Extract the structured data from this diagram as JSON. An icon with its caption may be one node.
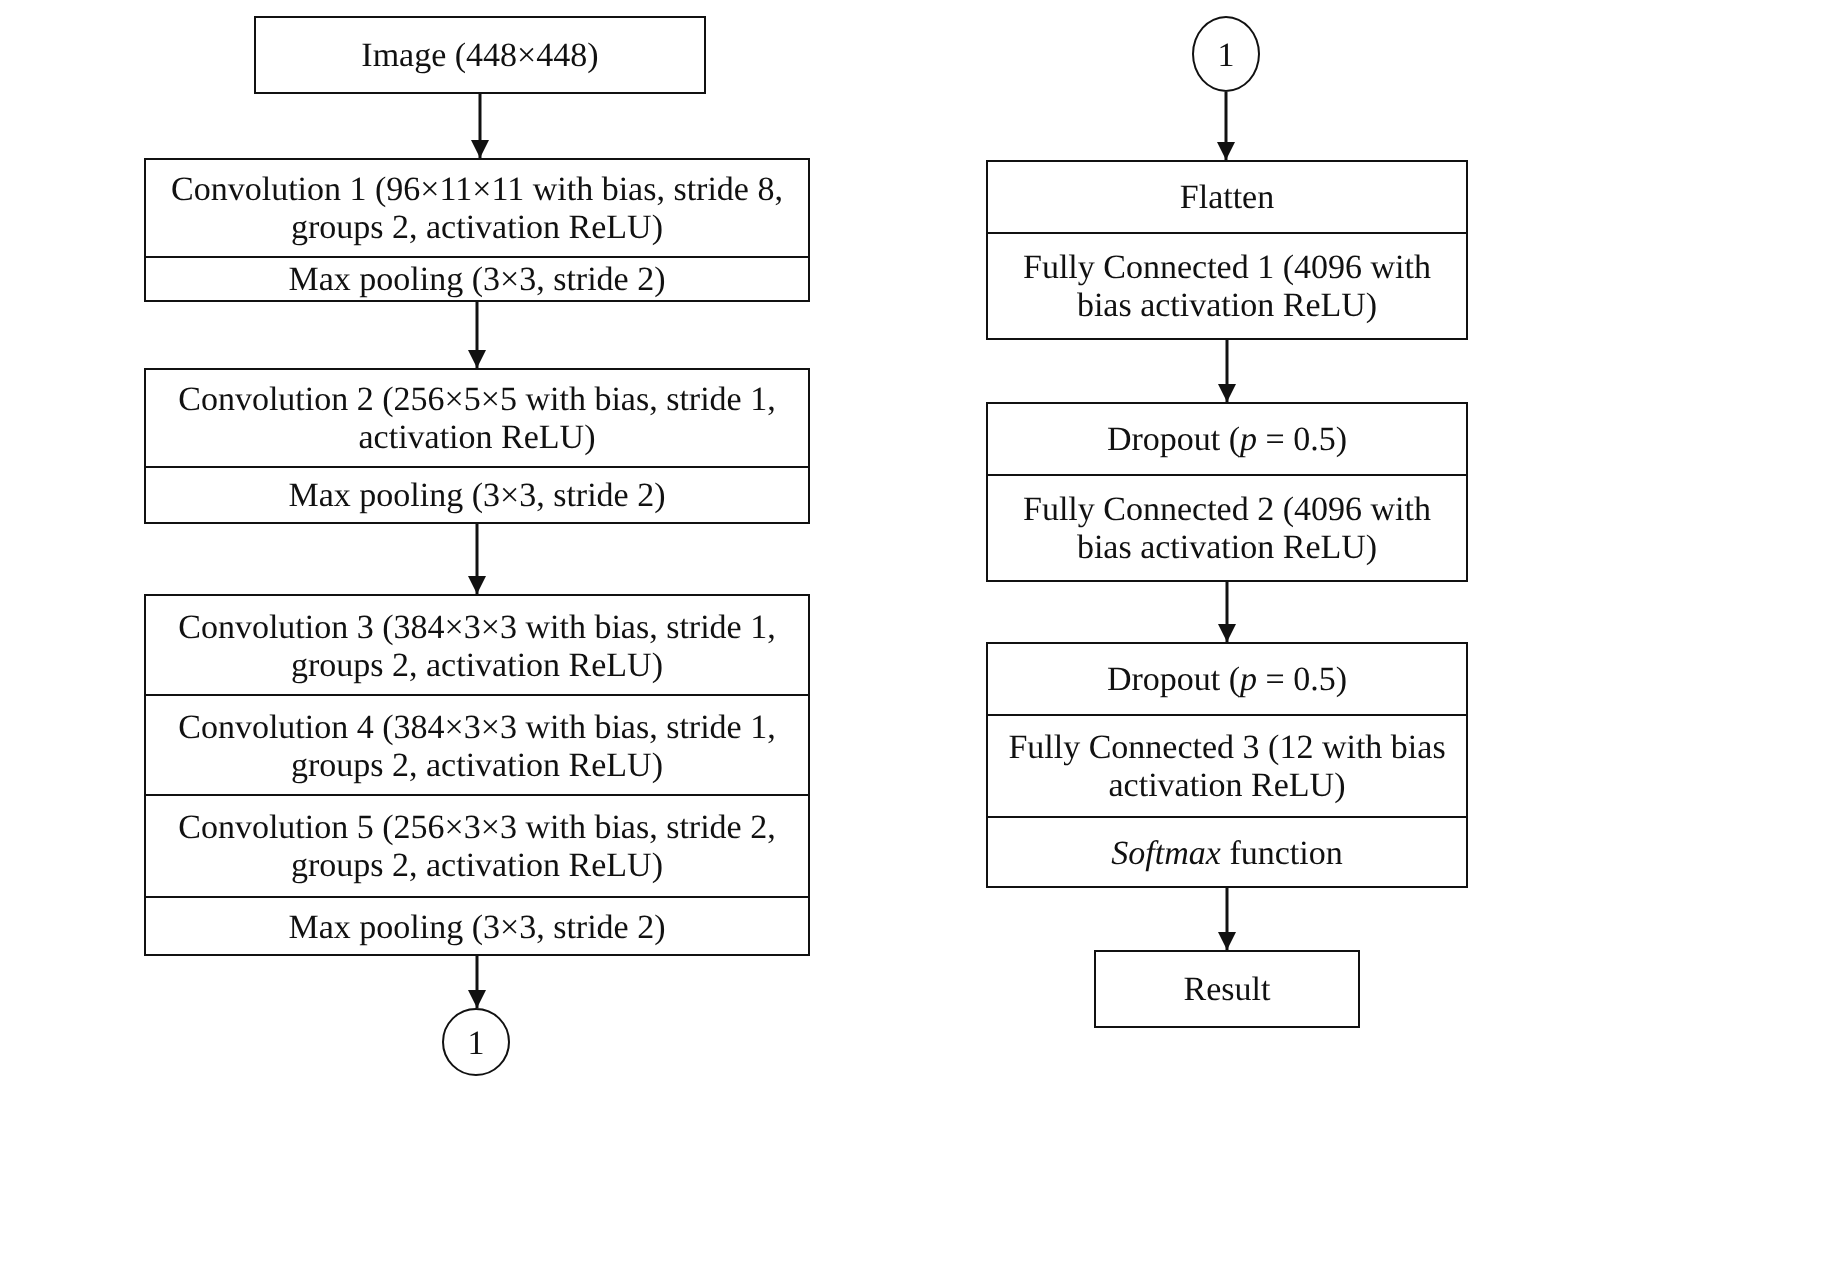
{
  "diagram": {
    "nodes": [
      {
        "text": [
          "Image (448×448)"
        ]
      },
      {
        "text": [
          "Convolution 1 (96×11×11 with bias, stride 8, groups 2, activation ReLU)"
        ]
      },
      {
        "text": [
          "Max pooling (3×3, stride 2)"
        ]
      },
      {
        "text": [
          "Convolution 2 (256×5×5 with bias, stride  1, activation ReLU)"
        ]
      },
      {
        "text": [
          "Max pooling (3×3, stride 2)"
        ]
      },
      {
        "text": [
          "Convolution 3 (384×3×3 with bias, stride 1, groups 2, activation ReLU)"
        ]
      },
      {
        "text": [
          "Convolution 4 (384×3×3 with bias, stride 1, groups 2, activation ReLU)"
        ]
      },
      {
        "text": [
          "Convolution 5 (256×3×3 with bias, stride 2, groups 2, activation ReLU)"
        ]
      },
      {
        "text": [
          "Max pooling (3×3, stride 2)"
        ]
      },
      {
        "text": [
          "1"
        ]
      },
      {
        "text": [
          "1"
        ]
      },
      {
        "text": [
          "Flatten"
        ]
      },
      {
        "text": [
          "Fully Connected 1 (4096 with bias activation ReLU)"
        ]
      },
      {
        "text": [
          "Dropout (*p* = 0.5)"
        ]
      },
      {
        "text": [
          "Fully Connected 2 (4096 with bias activation ReLU)"
        ]
      },
      {
        "text": [
          "Dropout (*p* = 0.5)"
        ]
      },
      {
        "text": [
          "Fully Connected 3 (12 with bias activation ReLU)"
        ]
      },
      {
        "text": [
          "*Softmax* function"
        ]
      },
      {
        "text": [
          "Result"
        ]
      }
    ],
    "edges": [
      {
        "from": 0,
        "to": 1,
        "arrow": "to"
      },
      {
        "from": 2,
        "to": 3,
        "arrow": "to"
      },
      {
        "from": 4,
        "to": 5,
        "arrow": "to"
      },
      {
        "from": 8,
        "to": 9,
        "arrow": "to"
      },
      {
        "from": 10,
        "to": 11,
        "arrow": "to"
      },
      {
        "from": 12,
        "to": 13,
        "arrow": "to"
      },
      {
        "from": 14,
        "to": 15,
        "arrow": "to"
      },
      {
        "from": 17,
        "to": 18,
        "arrow": "to"
      }
    ]
  }
}
